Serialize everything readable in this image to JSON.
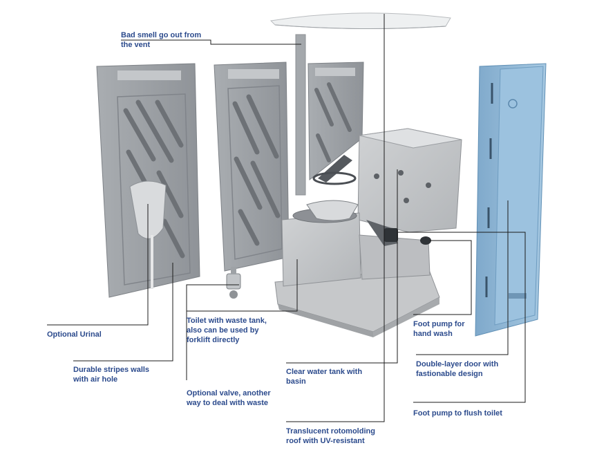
{
  "labels": {
    "vent": "Bad smell go out from\nthe vent",
    "urinal": "Optional Urinal",
    "walls": "Durable stripes walls\nwith air hole",
    "toilet": "Toilet with waste tank,\nalso can be used by\nforklift directly",
    "valve": "Optional valve, another\nway to deal with waste",
    "water_tank": "Clear water tank with\nbasin",
    "roof": "Translucent rotomolding\nroof with UV-resistant",
    "hand_pump": "Foot pump for\nhand wash",
    "door": "Double-layer door with\nfastionable design",
    "flush_pump": "Foot pump to flush toilet"
  },
  "colors": {
    "label_text": "#2b4a8c",
    "leader_line": "#1a1a1a",
    "wall_gray": "#9a9ea3",
    "door_blue": "#8fb8d8"
  }
}
